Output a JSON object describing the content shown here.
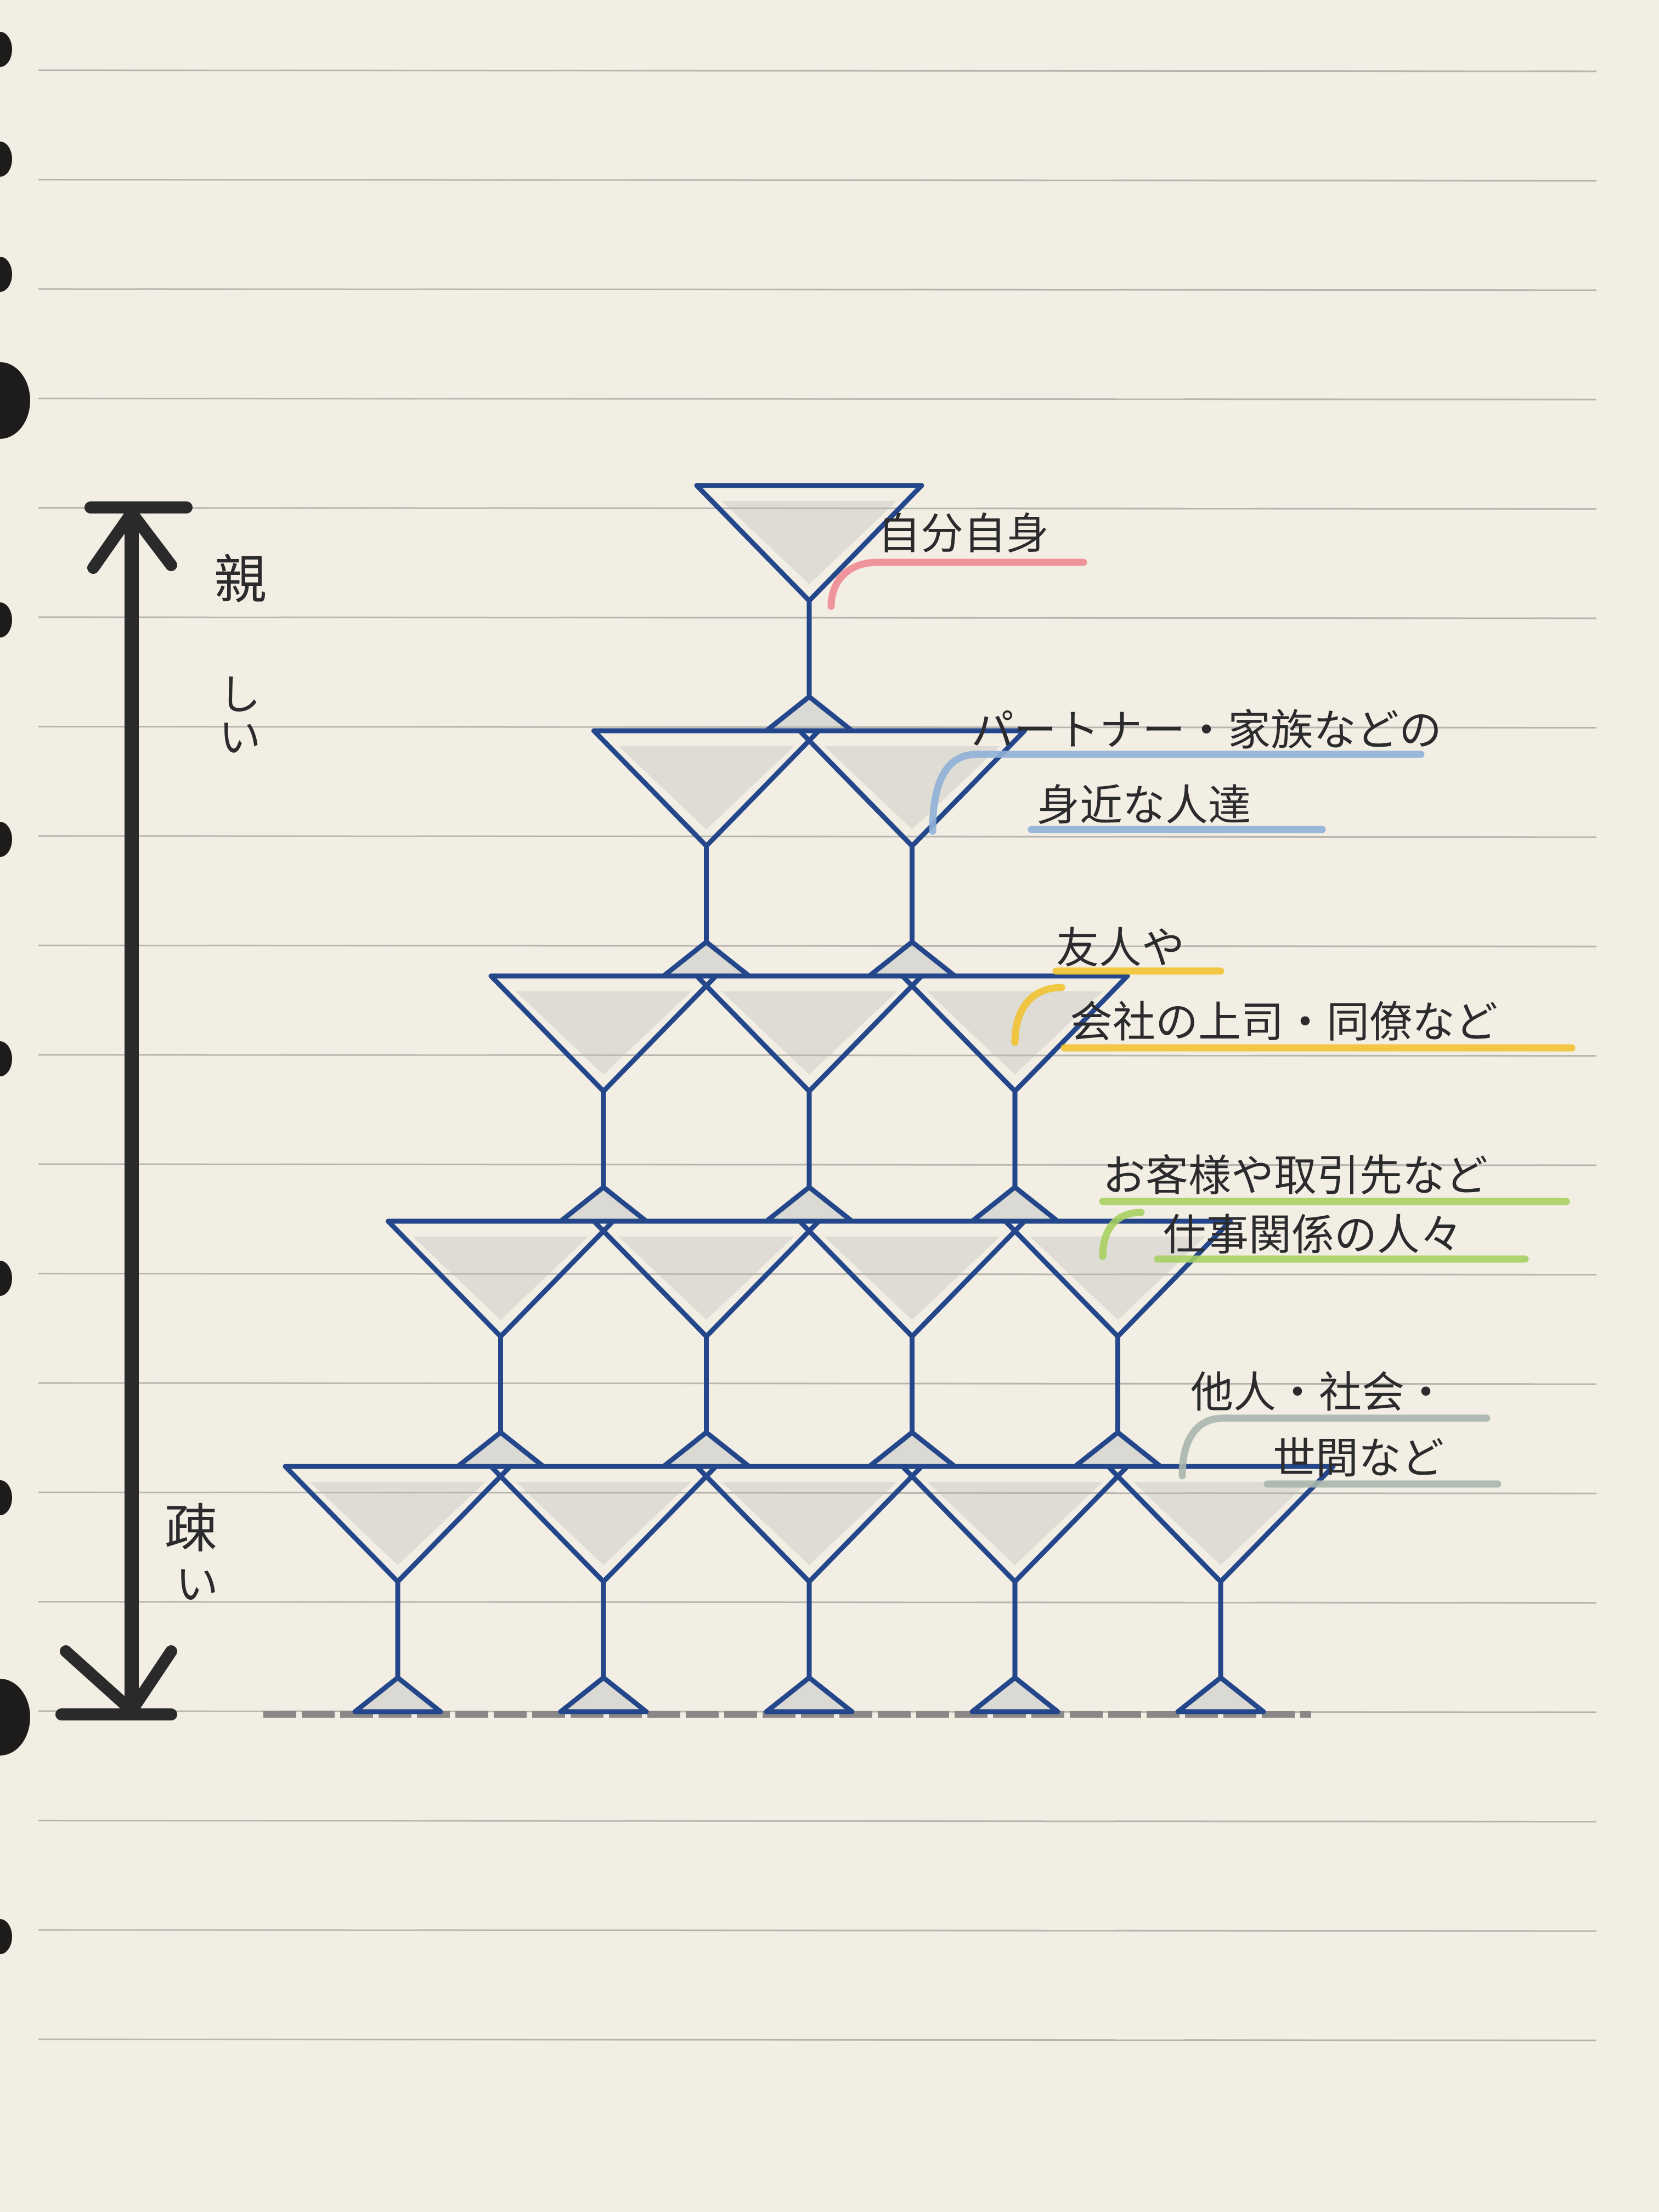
{
  "axis": {
    "top_label": [
      "親",
      "しい"
    ],
    "bottom_label": [
      "疎",
      "い"
    ]
  },
  "tiers": [
    {
      "glasses": 1,
      "lines": [
        "自分自身"
      ],
      "color": "#f08a92"
    },
    {
      "glasses": 2,
      "lines": [
        "パートナー・家族などの",
        "身近な人達"
      ],
      "color": "#8fb0d6"
    },
    {
      "glasses": 3,
      "lines": [
        "友人や",
        "会社の上司・同僚など"
      ],
      "color": "#f1c232"
    },
    {
      "glasses": 4,
      "lines": [
        "お客様や取引先など",
        "仕事関係の人々"
      ],
      "color": "#a6cf62"
    },
    {
      "glasses": 5,
      "lines": [
        "他人・社会・",
        "世間など"
      ],
      "color": "#a9b6ad"
    }
  ],
  "colors": {
    "paper": "#f2eee4",
    "rule_line": "#b7b5b0",
    "glass_ink": "#23478a",
    "glass_shade": "#b9b9b9",
    "axis_ink": "#2a2a2a",
    "background": "#1d1c1b"
  }
}
